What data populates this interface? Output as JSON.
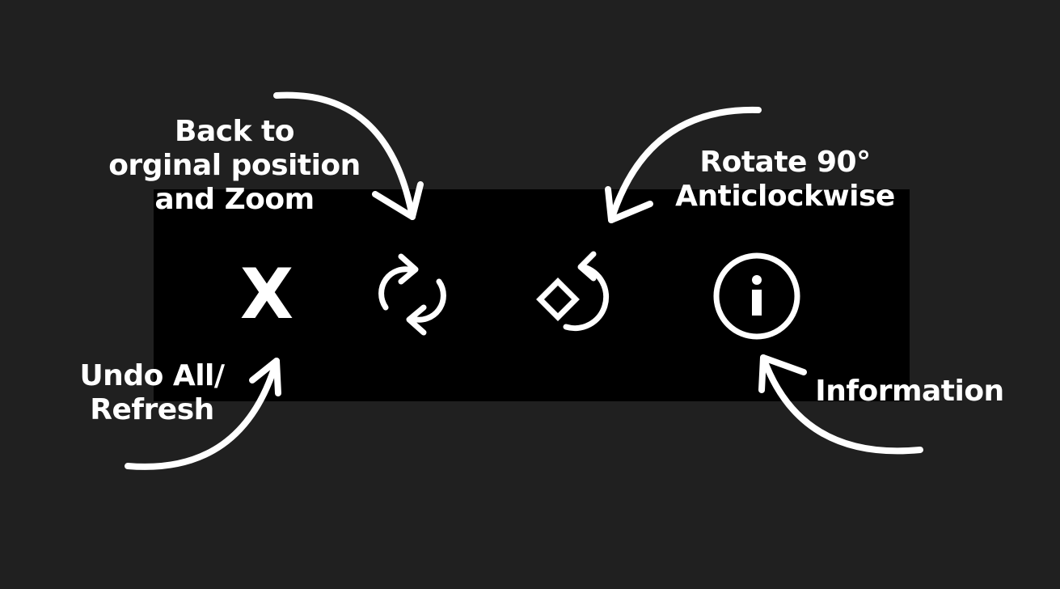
{
  "toolbar": {
    "buttons": [
      {
        "id": "undo",
        "icon": "x-icon",
        "glyph": "X"
      },
      {
        "id": "reset",
        "icon": "refresh-arrows-icon"
      },
      {
        "id": "rotate",
        "icon": "rotate-anticlockwise-icon"
      },
      {
        "id": "info",
        "icon": "info-icon"
      }
    ]
  },
  "annotations": {
    "reset": [
      "Back to",
      "orginal position",
      "and Zoom"
    ],
    "rotate": [
      "Rotate 90°",
      "Anticlockwise"
    ],
    "undo": [
      "Undo All/",
      "Refresh"
    ],
    "info": [
      "Information"
    ]
  },
  "colors": {
    "background": "#202020",
    "toolbar": "#000000",
    "foreground": "#ffffff"
  }
}
